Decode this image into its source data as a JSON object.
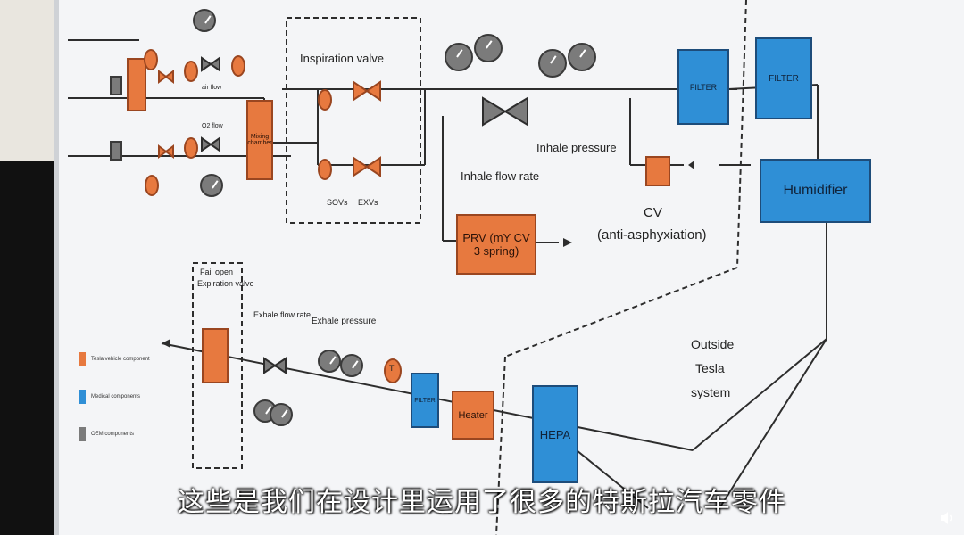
{
  "diagram": {
    "upper": {
      "inspiration_valve_title": "Inspiration valve",
      "sovs_label": "SOVs",
      "exvs_label": "EXVs",
      "inhale_flow_rate_label": "Inhale flow rate",
      "inhale_pressure_label": "Inhale pressure",
      "prv_label_line1": "PRV (mY CV",
      "prv_label_line2": "3 spring)",
      "cv_label": "CV",
      "cv_sublabel": "(anti-asphyxiation)",
      "filter_1_label": "FILTER",
      "filter_2_label": "FILTER",
      "humidifier_label": "Humidifier",
      "mixing_chamber_label": "Mixing chamber",
      "air_flow_label": "air flow",
      "o2_flow_label": "O2 flow"
    },
    "lower": {
      "expiration_valve_title": "Expiration valve",
      "expiration_valve_note": "Fail open",
      "exhale_flow_rate_label": "Exhale flow rate",
      "exhale_pressure_label": "Exhale pressure",
      "t_sensor_label": "T",
      "filter_small_label": "FILTER",
      "heater_label": "Heater",
      "hepa_label": "HEPA",
      "outside_system_label_1": "Outside",
      "outside_system_label_2": "Tesla",
      "outside_system_label_3": "system"
    },
    "legend": {
      "items": [
        {
          "label": "Tesla vehicle component",
          "color": "#e7793f"
        },
        {
          "label": "Medical components",
          "color": "#2f8fd6"
        },
        {
          "label": "OEM components",
          "color": "#7b7b7b"
        }
      ]
    }
  },
  "subtitle": "这些是我们在设计里运用了很多的特斯拉汽车零件",
  "colors": {
    "tesla_component": "#e7793f",
    "medical_component": "#2f8fd6",
    "oem_component": "#7b7b7b"
  },
  "icons": {
    "volume": "speaker-icon"
  }
}
